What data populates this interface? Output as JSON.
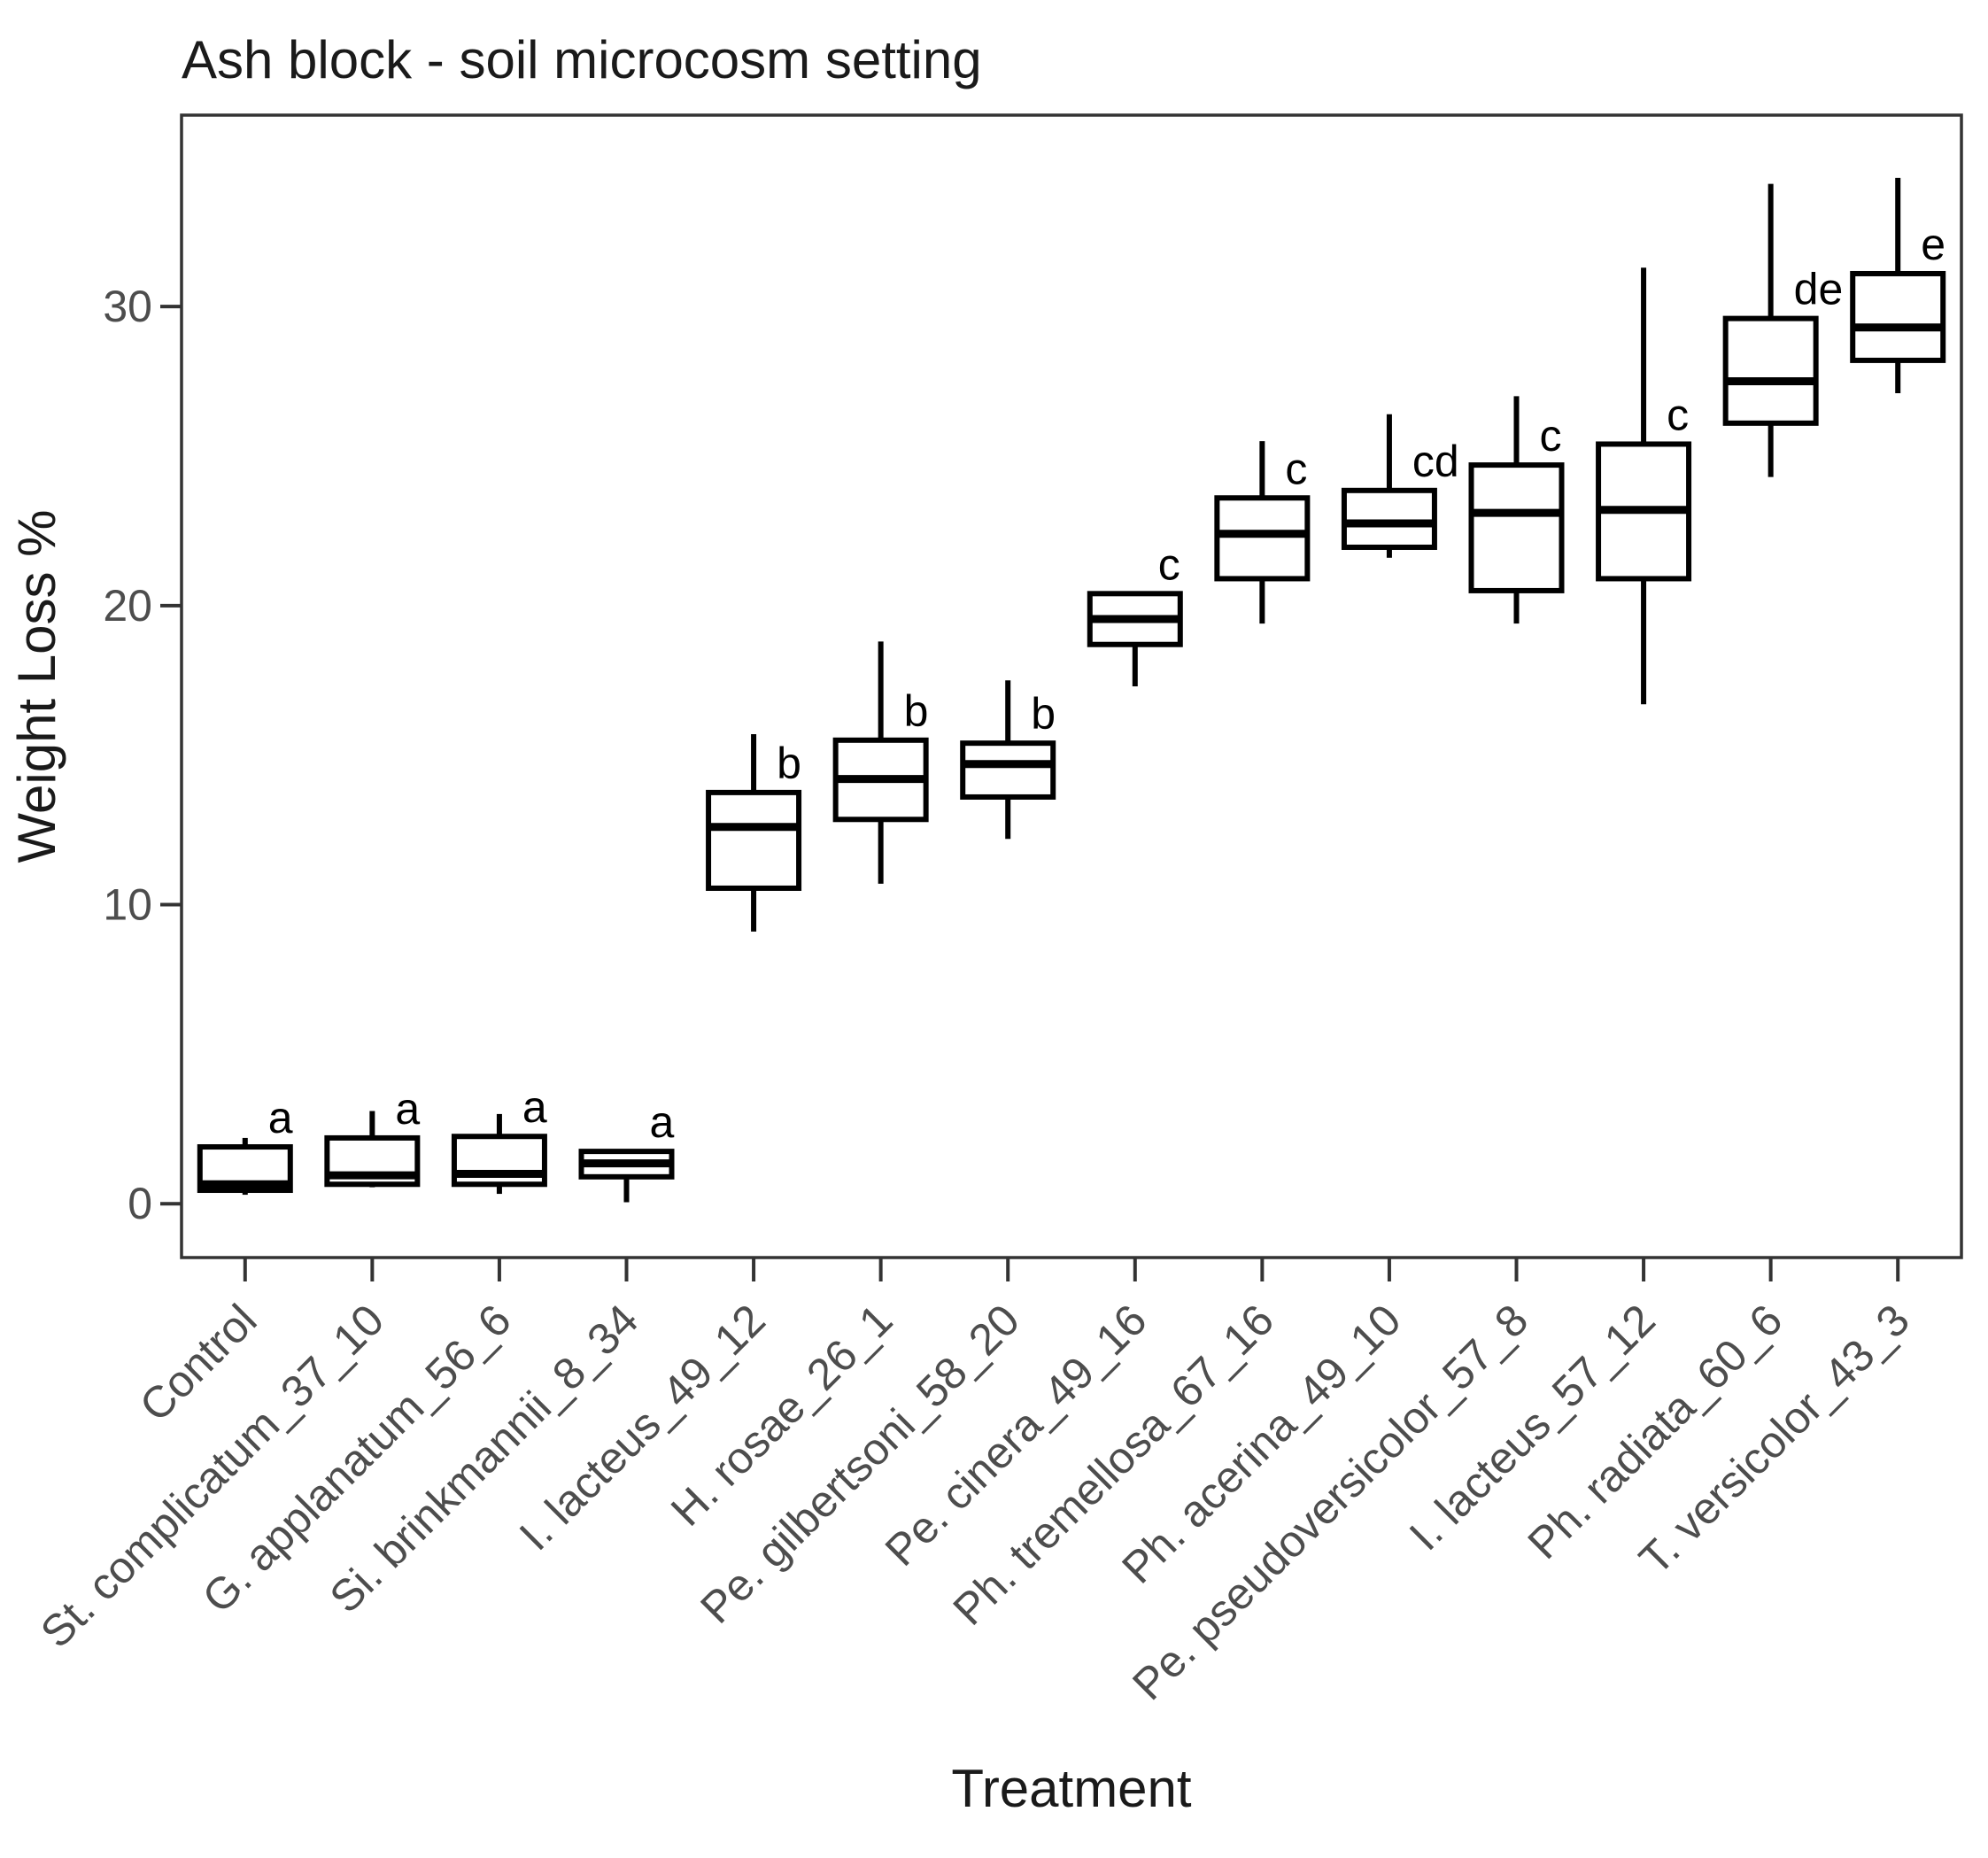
{
  "chart_data": {
    "type": "boxplot",
    "title": "Ash block - soil microcosm setting",
    "xlabel": "Treatment",
    "ylabel": "Weight Loss %",
    "ylim": [
      -1.8,
      36.4
    ],
    "yticks": [
      0,
      10,
      20,
      30
    ],
    "grid": false,
    "legend": false,
    "colors": {
      "box_stroke": "#000000",
      "box_fill": "#ffffff",
      "median": "#000000",
      "whisker": "#000000",
      "axis_text": "#4d4d4d",
      "tick_mark": "#333333",
      "panel_border": "#333333",
      "title_text": "#1a1a1a",
      "letter_text": "#000000",
      "background": "#ffffff"
    },
    "groups": [
      {
        "label": "Control",
        "letter": "a",
        "min": 0.3,
        "q1": 0.45,
        "median": 0.65,
        "q3": 1.9,
        "max": 2.2
      },
      {
        "label": "St. complicatum_37_10",
        "letter": "a",
        "min": 0.55,
        "q1": 0.65,
        "median": 0.95,
        "q3": 2.2,
        "max": 3.1
      },
      {
        "label": "G. applanatum_56_6",
        "letter": "a",
        "min": 0.33,
        "q1": 0.65,
        "median": 1.0,
        "q3": 2.25,
        "max": 3.0
      },
      {
        "label": "Si. brinkmannii_8_34",
        "letter": "a",
        "min": 0.05,
        "q1": 0.9,
        "median": 1.35,
        "q3": 1.75,
        "max": 1.75
      },
      {
        "label": "I. lacteus_49_12",
        "letter": "b",
        "min": 9.1,
        "q1": 10.55,
        "median": 12.6,
        "q3": 13.75,
        "max": 15.7
      },
      {
        "label": "H. rosae_26_1",
        "letter": "b",
        "min": 10.7,
        "q1": 12.85,
        "median": 14.2,
        "q3": 15.5,
        "max": 18.8
      },
      {
        "label": "Pe. gilbertsoni_58_20",
        "letter": "b",
        "min": 12.2,
        "q1": 13.6,
        "median": 14.7,
        "q3": 15.4,
        "max": 17.5
      },
      {
        "label": "Pe. cinera_49_16",
        "letter": "c",
        "min": 17.3,
        "q1": 18.7,
        "median": 19.55,
        "q3": 20.4,
        "max": 20.4
      },
      {
        "label": "Ph. tremellosa_67_16",
        "letter": "c",
        "min": 19.4,
        "q1": 20.9,
        "median": 22.4,
        "q3": 23.6,
        "max": 25.5
      },
      {
        "label": "Ph. acerina_49_10",
        "letter": "cd",
        "min": 21.6,
        "q1": 21.95,
        "median": 22.75,
        "q3": 23.85,
        "max": 26.4
      },
      {
        "label": "Pe. pseudoversicolor_57_8",
        "letter": "c",
        "min": 19.4,
        "q1": 20.5,
        "median": 23.1,
        "q3": 24.7,
        "max": 27.0
      },
      {
        "label": "I. lacteus_57_12",
        "letter": "c",
        "min": 16.7,
        "q1": 20.9,
        "median": 23.2,
        "q3": 25.4,
        "max": 31.3
      },
      {
        "label": "Ph. radiata_60_6",
        "letter": "de",
        "min": 24.3,
        "q1": 26.1,
        "median": 27.5,
        "q3": 29.6,
        "max": 34.1
      },
      {
        "label": "T. versicolor_43_3",
        "letter": "e",
        "min": 27.1,
        "q1": 28.2,
        "median": 29.3,
        "q3": 31.1,
        "max": 34.3
      }
    ]
  }
}
